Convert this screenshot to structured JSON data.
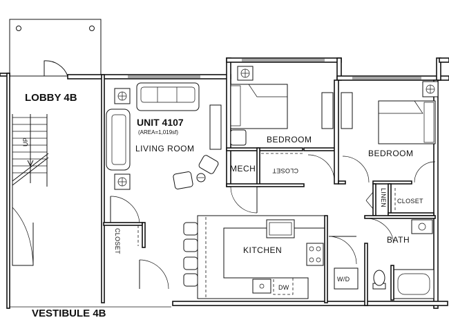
{
  "plan": {
    "rooms": {
      "lobby": "LOBBY 4B",
      "unit_title": "UNIT 4107",
      "unit_area": "(AREA=1,019sf)",
      "living_room": "LIVING ROOM",
      "bedroom_1": "BEDROOM",
      "bedroom_2": "BEDROOM",
      "mech": "MECH",
      "closet_bedroom": "CLOSET",
      "closet_living": "CLOSET",
      "closet_hall": "CLOSET",
      "linen": "LINEN",
      "kitchen": "KITCHEN",
      "bath": "BATH",
      "vestibule": "VESTIBULE 4B",
      "up_arrow": "UP"
    },
    "fixtures": {
      "dishwasher": "DW",
      "washer_dryer": "W/D"
    }
  }
}
